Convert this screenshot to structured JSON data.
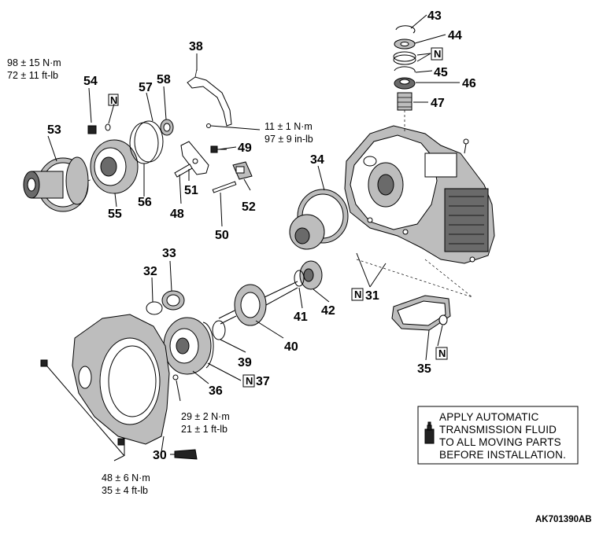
{
  "parts": [
    {
      "id": "43",
      "label": "43"
    },
    {
      "id": "44",
      "label": "44"
    },
    {
      "id": "45",
      "label": "45"
    },
    {
      "id": "46",
      "label": "46"
    },
    {
      "id": "47",
      "label": "47"
    },
    {
      "id": "38",
      "label": "38"
    },
    {
      "id": "54",
      "label": "54"
    },
    {
      "id": "57",
      "label": "57"
    },
    {
      "id": "58",
      "label": "58"
    },
    {
      "id": "53",
      "label": "53"
    },
    {
      "id": "49",
      "label": "49"
    },
    {
      "id": "34",
      "label": "34"
    },
    {
      "id": "51",
      "label": "51"
    },
    {
      "id": "52",
      "label": "52"
    },
    {
      "id": "55",
      "label": "55"
    },
    {
      "id": "56",
      "label": "56"
    },
    {
      "id": "48",
      "label": "48"
    },
    {
      "id": "50",
      "label": "50"
    },
    {
      "id": "33",
      "label": "33"
    },
    {
      "id": "32",
      "label": "32"
    },
    {
      "id": "31",
      "label": "31"
    },
    {
      "id": "41",
      "label": "41"
    },
    {
      "id": "42",
      "label": "42"
    },
    {
      "id": "40",
      "label": "40"
    },
    {
      "id": "39",
      "label": "39"
    },
    {
      "id": "37",
      "label": "37"
    },
    {
      "id": "36",
      "label": "36"
    },
    {
      "id": "35",
      "label": "35"
    },
    {
      "id": "30",
      "label": "30"
    }
  ],
  "torque_specs": {
    "t54_nm": "98 ± 15 N·m",
    "t54_ftlb": "72 ± 11 ft-lb",
    "t49_nm": "11 ± 1 N·m",
    "t49_inlb": "97 ± 9 in-lb",
    "t36_nm": "29 ± 2 N·m",
    "t36_ftlb": "21 ± 1 ft-lb",
    "t30_nm": "48 ± 6 N·m",
    "t30_ftlb": "35 ± 4 ft-lb"
  },
  "new_part_symbol": "N",
  "note": {
    "line1": "APPLY AUTOMATIC",
    "line2": "TRANSMISSION FLUID",
    "line3": "TO ALL MOVING PARTS",
    "line4": "BEFORE INSTALLATION."
  },
  "figure_id": "AK701390AB"
}
